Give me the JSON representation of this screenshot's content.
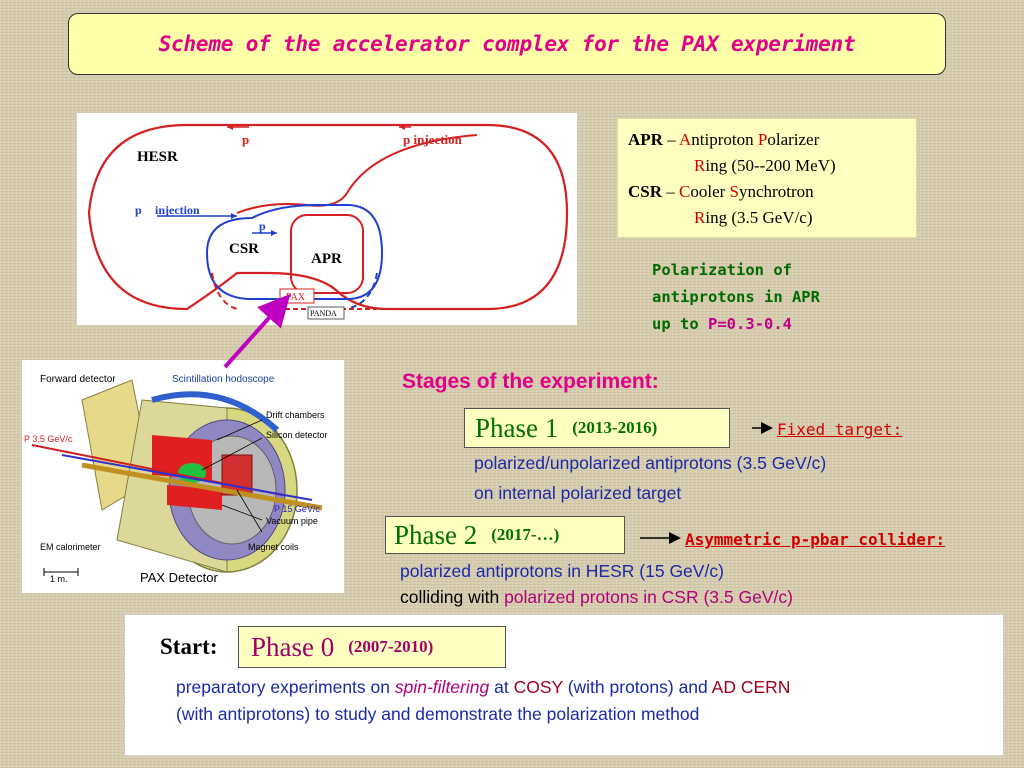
{
  "title": "Scheme of the accelerator complex for the PAX experiment",
  "diagram": {
    "hesr_label": "HESR",
    "csr_label": "CSR",
    "apr_label": "APR",
    "pax_label": "PAX",
    "panda_label": "PANDA",
    "p_top_label": "p",
    "pbar_injection_label": "p injection",
    "p_injection_left": "p",
    "p_injection_left_suffix": "injection",
    "p_inner_label": "p"
  },
  "definitions": {
    "apr_abbr": "APR",
    "apr_dash": " – ",
    "apr_a": "A",
    "apr_ntiproton": "ntiproton ",
    "apr_p": "P",
    "apr_olarizer": "olarizer",
    "apr_r": "R",
    "apr_ing": "ing (50--200 MeV)",
    "csr_abbr": "CSR",
    "csr_dash": " – ",
    "csr_c": "C",
    "csr_ooler": "ooler ",
    "csr_s": "S",
    "csr_ynchrotron": "ynchrotron",
    "csr_r": "R",
    "csr_ing": "ing (3.5 GeV/c)"
  },
  "polarization_note": {
    "line1": "Polarization of",
    "line2": "antiprotons in APR",
    "line3_prefix": "up to ",
    "line3_value": "P=0.3-0.4"
  },
  "detector": {
    "forward_detector": "Forward detector",
    "scintillation_hodoscope": "Scintillation hodoscope",
    "drift_chambers": "Drift chambers",
    "silicon_detector": "Silicon detector",
    "p_beam": "P 3.5 GeV/c",
    "pbar_beam": "P 15 GeV/c",
    "vacuum_pipe": "Vacuum pipe",
    "em_calorimeter": "EM calorimeter",
    "magnet_coils": "Magnet coils",
    "scale": "1 m.",
    "caption": "PAX Detector"
  },
  "stages_heading": "Stages of the experiment:",
  "phase1": {
    "name": "Phase 1",
    "years": "(2013-2016)",
    "target": "Fixed target:",
    "desc1": "polarized/unpolarized antiprotons (3.5 GeV/c)",
    "desc2": "on internal polarized target"
  },
  "phase2": {
    "name": "Phase 2",
    "years": "(2017-…)",
    "target": "Asymmetric p-pbar collider:",
    "desc1": "polarized antiprotons in HESR (15 GeV/c)",
    "desc2_prefix": "colliding with ",
    "desc2_highlight": "polarized protons in CSR (3.5 GeV/c)"
  },
  "phase0": {
    "start_label": "Start:",
    "name": "Phase 0",
    "years": "(2007-2010)",
    "desc1_a": "preparatory experiments on ",
    "desc1_b": "spin-filtering",
    "desc1_c": "  at ",
    "desc1_d": "COSY",
    "desc1_e": " (with protons) and ",
    "desc1_f": "AD CERN",
    "desc2": "(with antiprotons) to study and demonstrate the polarization method"
  },
  "colors": {
    "title_magenta": "#e0008a",
    "phase_green": "#007000",
    "desc_blue": "#1a2aa8",
    "target_red": "#d40000",
    "box_yellow": "#ffffc0"
  }
}
